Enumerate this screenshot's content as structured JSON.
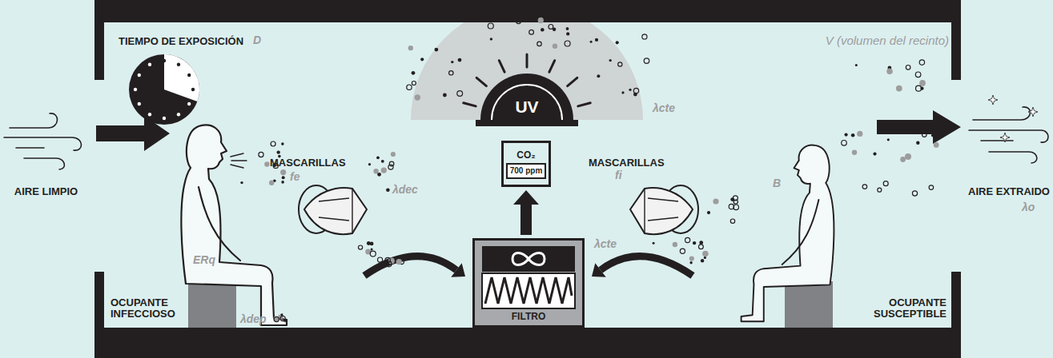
{
  "diagram": {
    "nodes": [
      {
        "text": [
          "UV"
        ]
      },
      {
        "text": [
          "CO₂",
          "700 ppm"
        ]
      },
      {
        "text": [
          "FILTRO"
        ]
      }
    ],
    "edges": [
      {
        "from": 2,
        "to": 1,
        "arrow": "to"
      }
    ],
    "labels": [
      "TIEMPO DE EXPOSICIÓN",
      "D",
      "V (volumen del recinto)",
      "AIRE LIMPIO",
      "MASCARILLAS",
      "fe",
      "λdec",
      "ERq",
      "OCUPANTE INFECCIOSO",
      "λdep",
      "λcte",
      "λcte",
      "MASCARILLAS",
      "fi",
      "B",
      "OCUPANTE SUSCEPTIBLE",
      "AIRE EXTRAIDO",
      "λo"
    ]
  }
}
